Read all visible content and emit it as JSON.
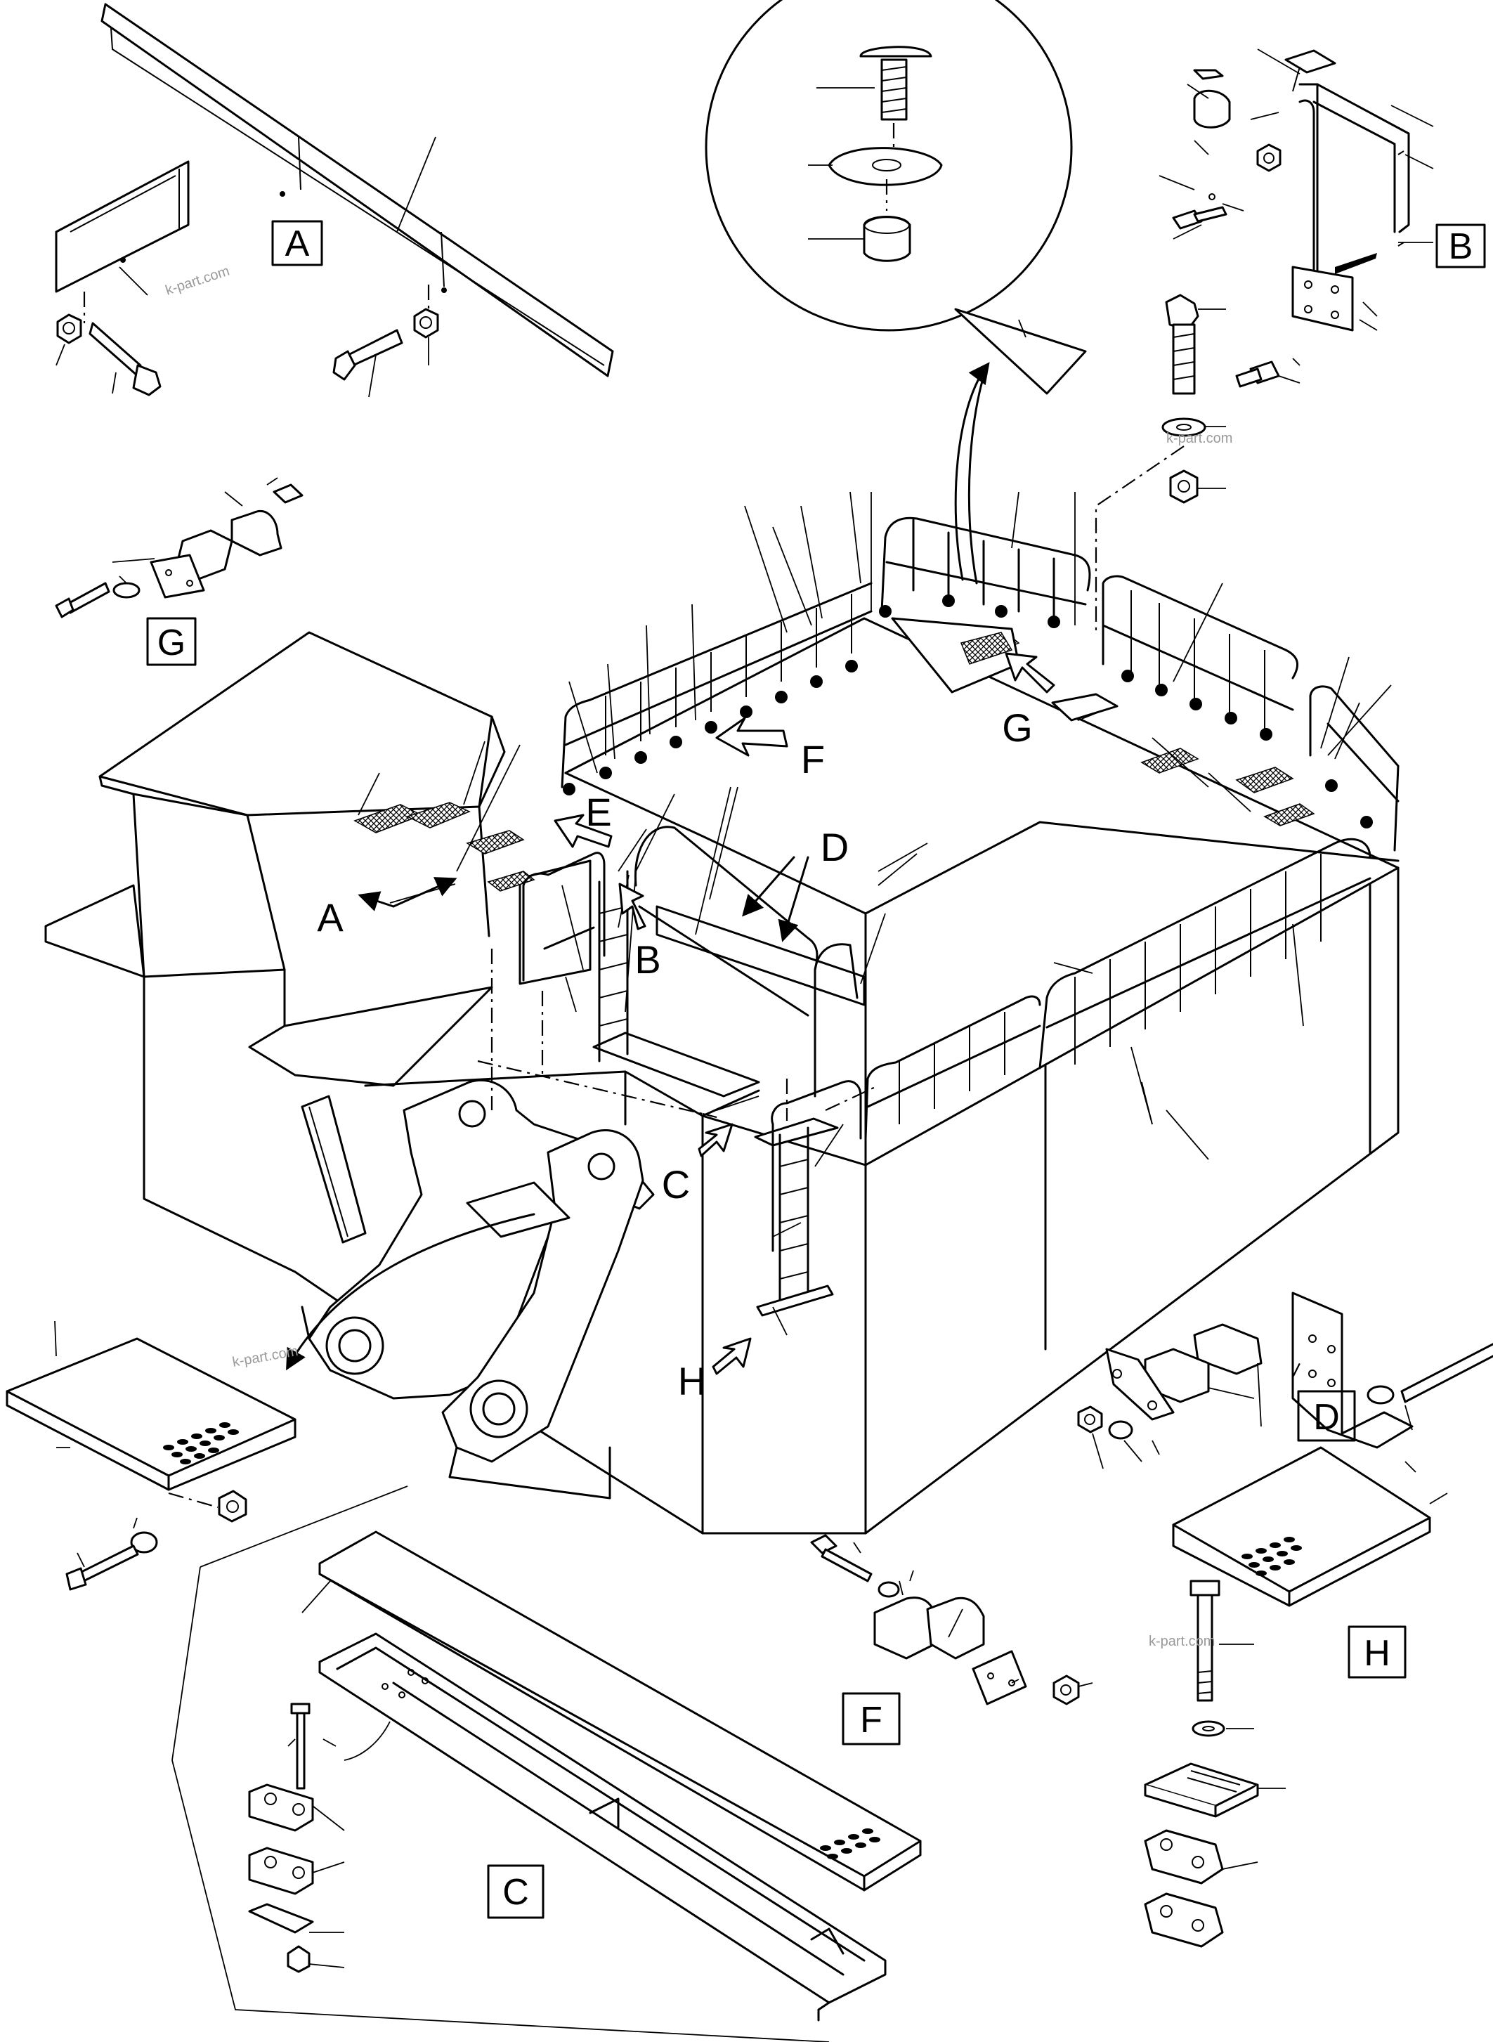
{
  "diagram": {
    "detail_boxes": [
      {
        "id": "detail-a-box",
        "text": "A"
      },
      {
        "id": "detail-b-box",
        "text": "B"
      },
      {
        "id": "detail-c-box",
        "text": "C"
      },
      {
        "id": "detail-d-box",
        "text": "D"
      },
      {
        "id": "detail-f-box",
        "text": "F"
      },
      {
        "id": "detail-g-box",
        "text": "G"
      },
      {
        "id": "detail-h-box",
        "text": "H"
      }
    ],
    "callouts": {
      "a": "A",
      "b": "B",
      "c": "C",
      "d": "D",
      "e": "E",
      "f": "F",
      "g": "G",
      "h": "H"
    },
    "watermark": "k-part.com",
    "colors": {
      "line": "#000000",
      "background": "#ffffff",
      "watermark": "#9a9a9a"
    }
  }
}
